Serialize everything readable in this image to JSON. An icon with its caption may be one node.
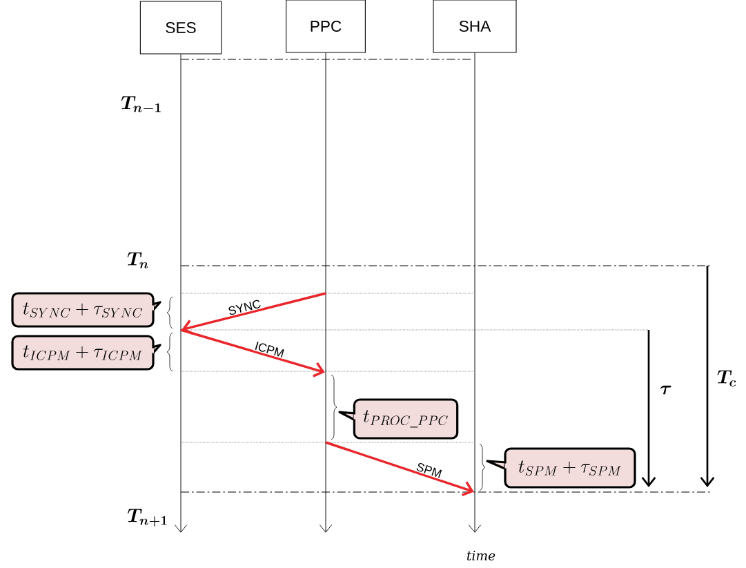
{
  "diagram": {
    "nodes": [
      {
        "text": [
          "SES"
        ]
      },
      {
        "text": [
          "PPC"
        ]
      },
      {
        "text": [
          "SHA"
        ]
      },
      {
        "text": [
          "t_{SYNC}+\\tau_{SYNC}"
        ]
      },
      {
        "text": [
          "t_{ICPM}+\\tau_{ICPM}"
        ]
      },
      {
        "text": [
          "t_{PROC\\_PPC}"
        ]
      },
      {
        "text": [
          "t_{SPM}+\\tau_{SPM}"
        ]
      }
    ],
    "edges": [
      {
        "from": 1,
        "to": 0,
        "arrow": "to",
        "label": "SYNC"
      },
      {
        "from": 0,
        "to": 1,
        "arrow": "to",
        "label": "ICPM"
      },
      {
        "from": 1,
        "to": 2,
        "arrow": "to",
        "label": "SPM"
      }
    ],
    "labels": [
      "T_{n-1}",
      "T_n",
      "\\tau",
      "T_c",
      "T_{n+1}",
      "time"
    ]
  }
}
